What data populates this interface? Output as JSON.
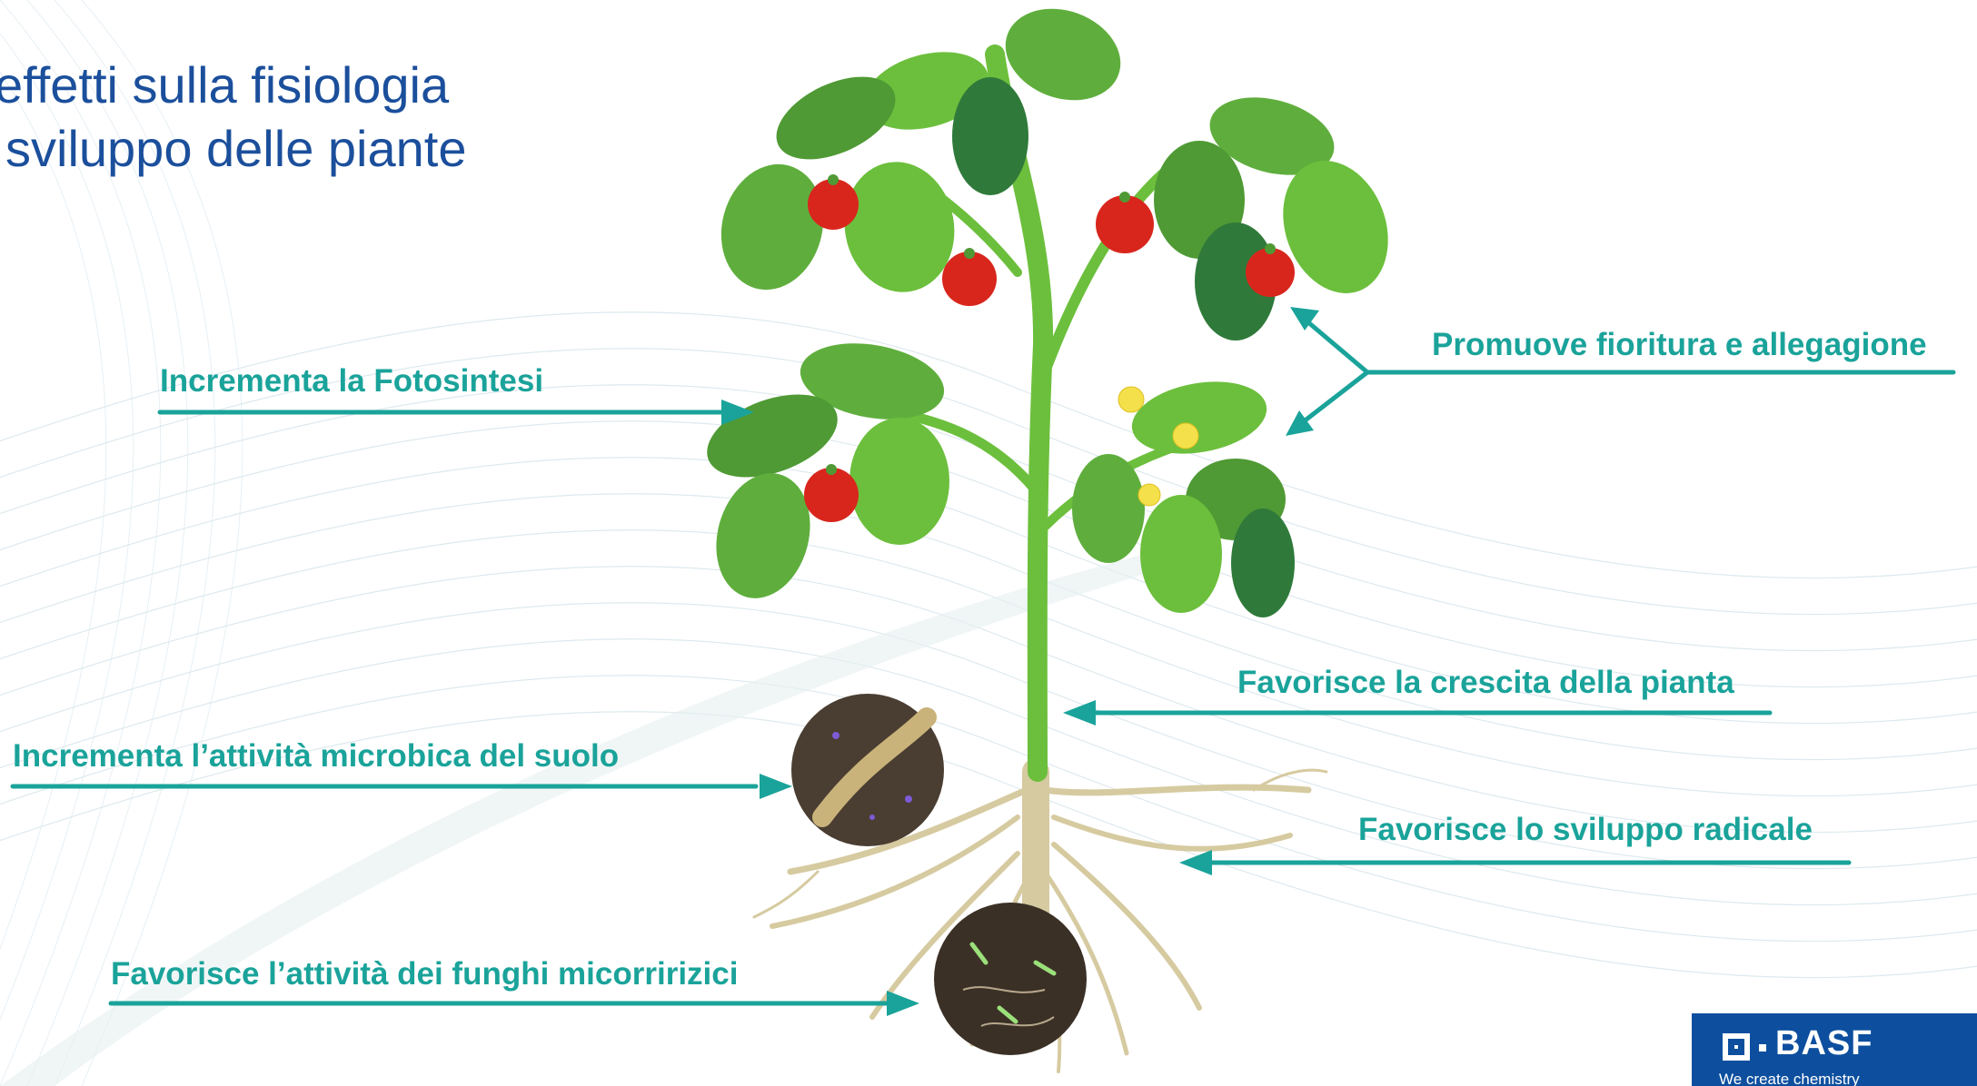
{
  "title": {
    "line1": "effetti sulla fisiologia",
    "line2": "sviluppo delle piante"
  },
  "callouts": {
    "photosynthesis": "Incrementa la Fotosintesi",
    "flowering": "Promuove fioritura e allegagione",
    "growth": "Favorisce la crescita della pianta",
    "microbial": "Incrementa l’attività microbica del suolo",
    "roots": "Favorisce lo sviluppo radicale",
    "mycorrhiza": "Favorisce l’attività dei funghi micorririzici"
  },
  "logo": {
    "name": "BASF",
    "tagline": "We create chemistry"
  },
  "colors": {
    "title": "#1b4f9c",
    "accent": "#1aa39a",
    "brand": "#0d4f9e",
    "stem": "#6cbf3c",
    "leaf": "#4f9a34",
    "fruit": "#d8261d",
    "root": "#d6caa0"
  }
}
